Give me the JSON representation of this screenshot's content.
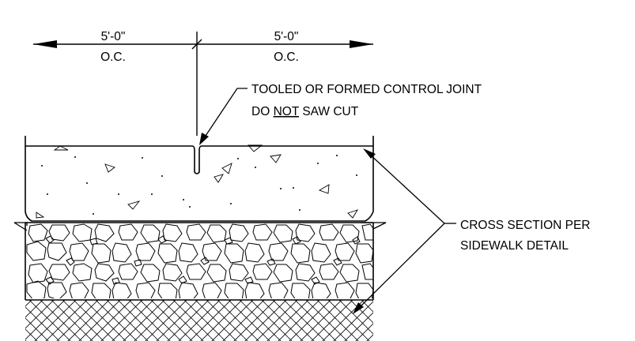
{
  "dimensions": {
    "left": {
      "length": "5'-0\"",
      "spacing": "O.C."
    },
    "right": {
      "length": "5'-0\"",
      "spacing": "O.C."
    }
  },
  "callouts": {
    "control_joint": {
      "line1": "TOOLED OR FORMED CONTROL JOINT",
      "line2_prefix": "DO ",
      "line2_emphasis": "NOT",
      "line2_suffix": " SAW CUT"
    },
    "cross_section": {
      "line1": "CROSS SECTION PER",
      "line2": "SIDEWALK DETAIL"
    }
  },
  "colors": {
    "line": "#000000",
    "background": "#ffffff"
  }
}
